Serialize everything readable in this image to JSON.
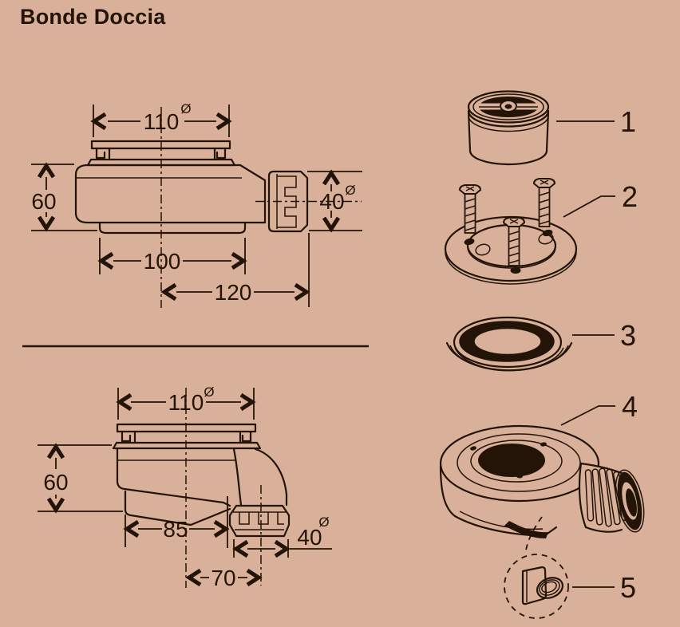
{
  "title": "Bonde Doccia",
  "symbols": {
    "diameter": "Ø"
  },
  "colors": {
    "background": "#d9b19b",
    "ink": "#241407"
  },
  "views": {
    "top": {
      "dia_top": "110",
      "height": "60",
      "base_width": "100",
      "total_length": "120",
      "outlet_dia": "40"
    },
    "bottom": {
      "dia_top": "110",
      "height": "60",
      "base_width": "85",
      "outlet_offset": "70",
      "outlet_dia": "40"
    }
  },
  "parts": [
    {
      "number": "1"
    },
    {
      "number": "2"
    },
    {
      "number": "3"
    },
    {
      "number": "4"
    },
    {
      "number": "5"
    }
  ]
}
